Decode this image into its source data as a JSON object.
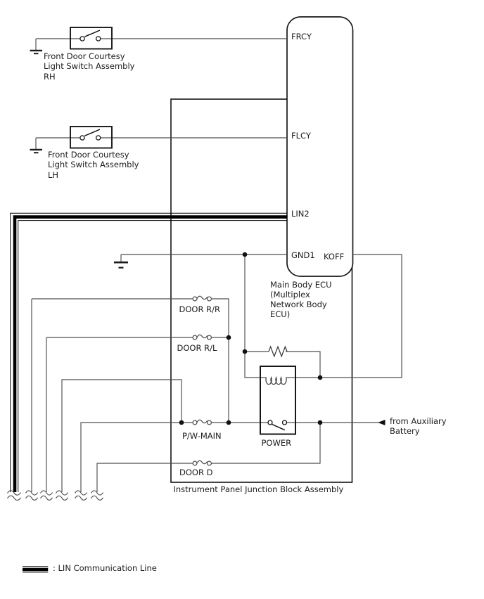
{
  "switch_rh": {
    "lines": [
      "Front Door Courtesy",
      "Light Switch Assembly",
      "RH"
    ]
  },
  "switch_lh": {
    "lines": [
      "Front Door Courtesy",
      "Light Switch Assembly",
      "LH"
    ]
  },
  "ecu": {
    "pin_frcy": "FRCY",
    "pin_flcy": "FLCY",
    "pin_lin2": "LIN2",
    "pin_gnd1": "GND1",
    "pin_koff": "KOFF",
    "caption_lines": [
      "Main Body ECU",
      "(Multiplex",
      "Network Body",
      "ECU)"
    ]
  },
  "junction_block": {
    "connector_door_rr": "DOOR R/R",
    "connector_door_rl": "DOOR R/L",
    "connector_pw_main": "P/W-MAIN",
    "connector_door_d": "DOOR D",
    "relay_label": "POWER",
    "label": "Instrument Panel Junction Block Assembly"
  },
  "battery": {
    "lines": [
      "from Auxiliary",
      "Battery"
    ]
  },
  "legend": {
    "label": ": LIN Communication Line"
  },
  "colors": {
    "wire": "#4d4d4d",
    "box_stroke": "#1c1c1c",
    "lin_line": "#000000",
    "background": "#ffffff"
  }
}
